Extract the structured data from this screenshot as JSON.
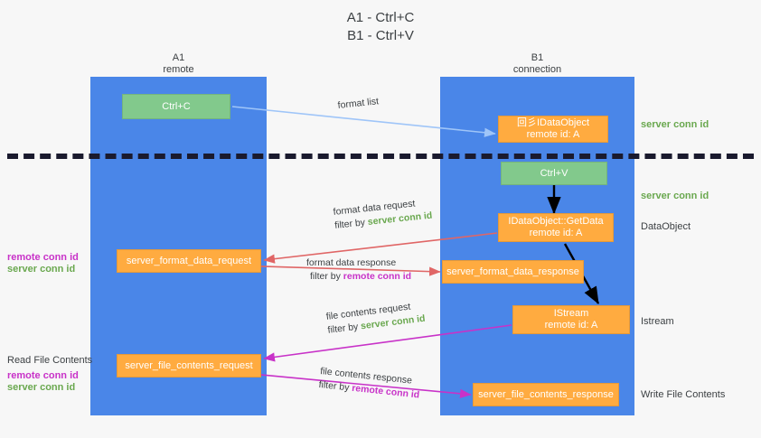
{
  "title": {
    "line1": "A1 - Ctrl+C",
    "line2": "B1 - Ctrl+V"
  },
  "columns": [
    {
      "name": "A1",
      "sub": "remote"
    },
    {
      "name": "B1",
      "sub": "connection"
    }
  ],
  "boxes": {
    "ctrl_c": {
      "line1": "Ctrl+C",
      "line2": "",
      "color": "#82c98c"
    },
    "ctrl_v": {
      "line1": "Ctrl+V",
      "line2": "",
      "color": "#82c98c"
    },
    "idataobject": {
      "line1": "回彡IDataObject",
      "line2": "remote id: A",
      "color": "#ffab40"
    },
    "getdata": {
      "line1": "IDataObject::GetData",
      "line2": "remote id: A",
      "color": "#ffab40"
    },
    "istream": {
      "line1": "IStream",
      "line2": "remote id: A",
      "color": "#ffab40"
    },
    "format_data_request": {
      "line1": "server_format_data_request",
      "line2": "",
      "color": "#ffab40"
    },
    "format_data_response": {
      "line1": "server_format_data_response",
      "line2": "",
      "color": "#ffab40"
    },
    "file_contents_request": {
      "line1": "server_file_contents_request",
      "line2": "",
      "color": "#ffab40"
    },
    "file_contents_response": {
      "line1": "server_file_contents_response",
      "line2": "",
      "color": "#ffab40"
    }
  },
  "side_labels": {
    "server_conn_id_top": "server conn id",
    "server_conn_id_second": "server conn id",
    "dataobject": "DataObject",
    "istream": "Istream",
    "write_file_contents": "Write File Contents",
    "read_file_contents": "Read File Contents",
    "remote_conn_id_mid": "remote conn id",
    "server_conn_id_mid": "server conn id",
    "remote_conn_id_bottom": "remote conn id",
    "server_conn_id_bottom": "server conn id"
  },
  "annotations": {
    "format_list": "format list",
    "format_data_request": {
      "line1": "format data request",
      "filter_prefix": "filter by ",
      "filter_value": "server conn id"
    },
    "format_data_response": {
      "line1": "format data response",
      "filter_prefix": "filter by ",
      "filter_value": "remote conn id"
    },
    "file_contents_request": {
      "line1": "file contents request",
      "filter_prefix": "filter by ",
      "filter_value": "server conn id"
    },
    "file_contents_response": {
      "line1": "file contents response",
      "filter_prefix": "filter by ",
      "filter_value": "remote conn id"
    }
  },
  "colors": {
    "lane": "#4a86e8",
    "orange": "#ffab40",
    "green_box": "#82c98c",
    "green_text": "#6aa84f",
    "magenta_text": "#c832c8",
    "arrow_light_blue": "#9fc5f8",
    "arrow_red": "#e06666",
    "arrow_magenta": "#c832c8",
    "arrow_black": "#000000",
    "divider": "#1a1a2e",
    "background": "#f7f7f7"
  }
}
